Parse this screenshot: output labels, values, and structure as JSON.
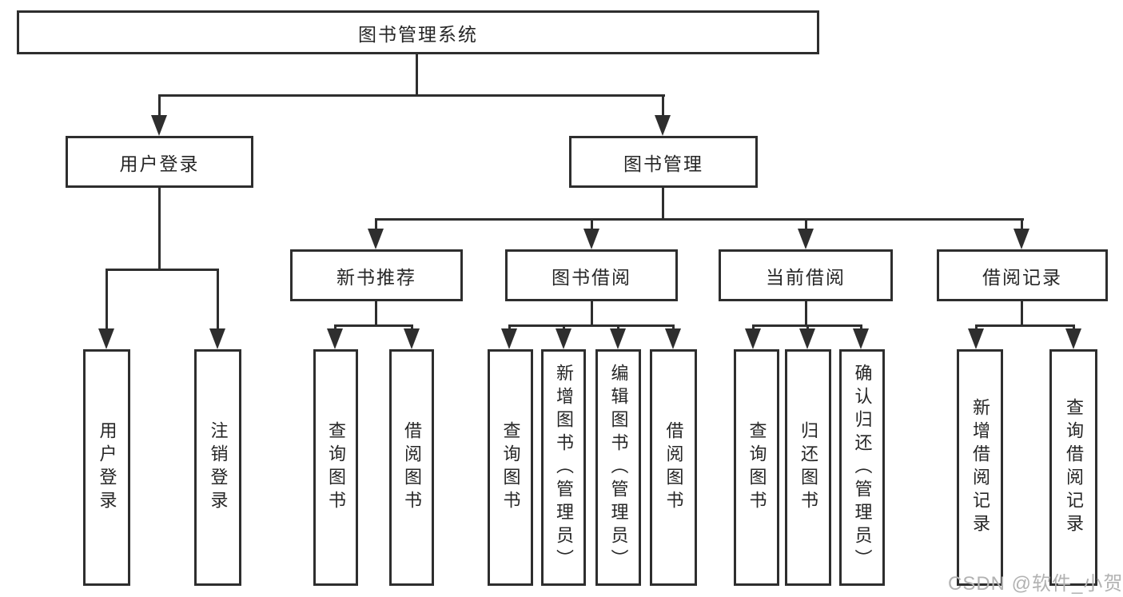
{
  "tree": {
    "root": {
      "label": "图书管理系统"
    },
    "branches": [
      {
        "label": "用户登录",
        "children": [
          {
            "label": "用户登录"
          },
          {
            "label": "注销登录"
          }
        ]
      },
      {
        "label": "图书管理",
        "children": [
          {
            "label": "新书推荐",
            "children": [
              {
                "label": "查询图书"
              },
              {
                "label": "借阅图书"
              }
            ]
          },
          {
            "label": "图书借阅",
            "children": [
              {
                "label": "查询图书"
              },
              {
                "label": "新增图书（管理员）"
              },
              {
                "label": "编辑图书（管理员）"
              },
              {
                "label": "借阅图书"
              }
            ]
          },
          {
            "label": "当前借阅",
            "children": [
              {
                "label": "查询图书"
              },
              {
                "label": "归还图书"
              },
              {
                "label": "确认归还（管理员）"
              }
            ]
          },
          {
            "label": "借阅记录",
            "children": [
              {
                "label": "新增借阅记录"
              },
              {
                "label": "查询借阅记录"
              }
            ]
          }
        ]
      }
    ]
  },
  "watermark": {
    "text": "CSDN @软件_小贺同学"
  },
  "colors": {
    "line": "#2e2e2e",
    "text": "#262626",
    "watermark": "#b2b2b2",
    "background": "#ffffff"
  }
}
